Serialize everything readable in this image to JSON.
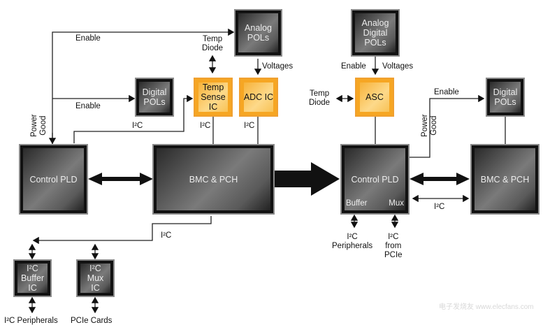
{
  "blocks": {
    "analog_pols": "Analog\nPOLs",
    "digital_pols_left": "Digital\nPOLs",
    "temp_sense_ic": "Temp\nSense\nIC",
    "adc_ic": "ADC IC",
    "control_pld_left": "Control PLD",
    "bmc_pch_left": "BMC & PCH",
    "i2c_buffer_ic": "I²C\nBuffer\nIC",
    "i2c_mux_ic": "I²C\nMux\nIC",
    "analog_digital_pols": "Analog\nDigital\nPOLs",
    "asc": "ASC",
    "digital_pols_right": "Digital\nPOLs",
    "control_pld_right": "Control PLD",
    "control_pld_right_buffer": "Buffer",
    "control_pld_right_mux": "Mux",
    "bmc_pch_right": "BMC & PCH"
  },
  "labels": {
    "enable_top": "Enable",
    "enable_mid": "Enable",
    "power_good_left": "Power\nGood",
    "temp_diode_left": "Temp\nDiode",
    "voltages_left": "Voltages",
    "i2c_pld_to_temp": "I²C",
    "i2c_temp": "I²C",
    "i2c_adc": "I²C",
    "i2c_bottom": "I²C",
    "i2c_peripherals_left": "I²C Peripherals",
    "pcie_cards": "PCIe Cards",
    "enable_asc": "Enable",
    "voltages_asc": "Voltages",
    "temp_diode_right": "Temp\nDiode",
    "enable_right": "Enable",
    "power_good_right": "Power\nGood",
    "i2c_right_link": "I²C",
    "i2c_peripherals_right": "I²C\nPeripherals",
    "i2c_from_pcie": "I²C\nfrom\nPCIe"
  },
  "watermark": "电子发烧友 www.elecfans.com"
}
